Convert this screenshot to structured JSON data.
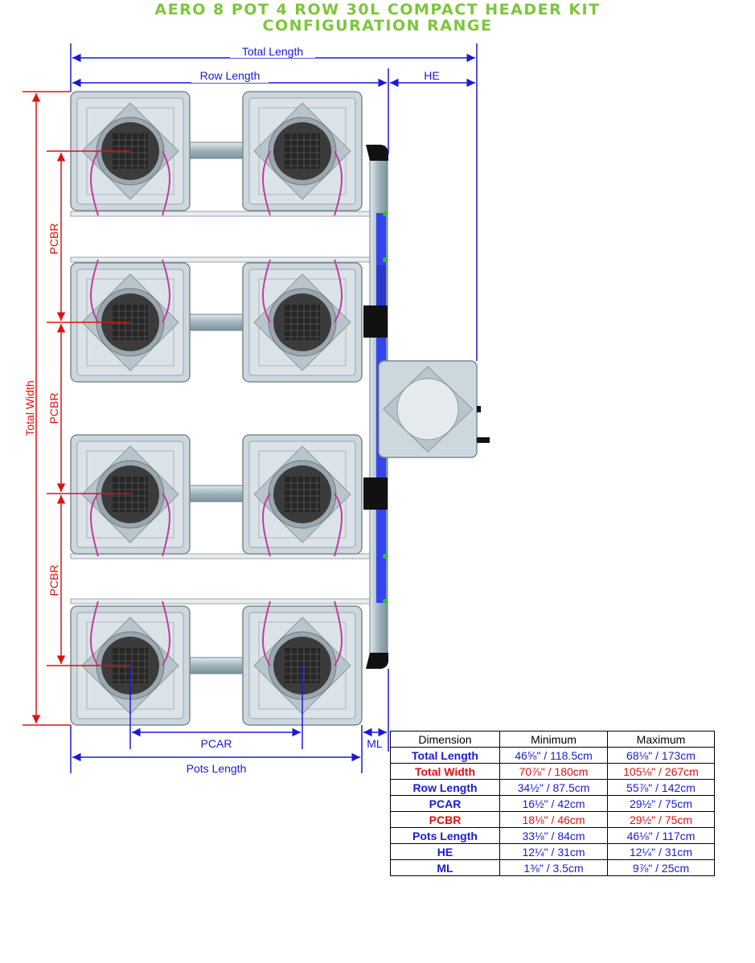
{
  "title": {
    "line1": "AERO 8 POT 4 ROW 30L COMPACT HEADER KIT",
    "line2": "CONFIGURATION RANGE"
  },
  "dimension_labels": {
    "total_length": "Total Length",
    "row_length": "Row Length",
    "he": "HE",
    "total_width": "Total Width",
    "pcbr": "PCBR",
    "pcar": "PCAR",
    "pots_length": "Pots Length",
    "ml": "ML"
  },
  "colors": {
    "title": "#7cc63a",
    "blue_dimension": "#1a1ad6",
    "red_dimension": "#e01010",
    "pot_body": "#c9d3da",
    "pipe": "#aebfc6",
    "blue_manifold": "#3344ee",
    "net_pot": "#3b3b3b",
    "tube": "#c23aa0"
  },
  "table": {
    "headers": [
      "Dimension",
      "Minimum",
      "Maximum"
    ],
    "rows": [
      {
        "name": "Total Length",
        "min": "46⅝\" / 118.5cm",
        "max": "68⅛\" / 173cm",
        "color": "blue"
      },
      {
        "name": "Total Width",
        "min": "70⅞\" / 180cm",
        "max": "105⅛\" / 267cm",
        "color": "red"
      },
      {
        "name": "Row Length",
        "min": "34½\" / 87.5cm",
        "max": "55⅞\" / 142cm",
        "color": "blue"
      },
      {
        "name": "PCAR",
        "min": "16½\" / 42cm",
        "max": "29½\" / 75cm",
        "color": "blue"
      },
      {
        "name": "PCBR",
        "min": "18⅛\" / 46cm",
        "max": "29½\" / 75cm",
        "color": "red"
      },
      {
        "name": "Pots Length",
        "min": "33⅛\" / 84cm",
        "max": "46⅛\" / 117cm",
        "color": "blue"
      },
      {
        "name": "HE",
        "min": "12¼\" / 31cm",
        "max": "12¼\" / 31cm",
        "color": "blue"
      },
      {
        "name": "ML",
        "min": "1⅜\" / 3.5cm",
        "max": "9⅞\" / 25cm",
        "color": "blue"
      }
    ]
  }
}
